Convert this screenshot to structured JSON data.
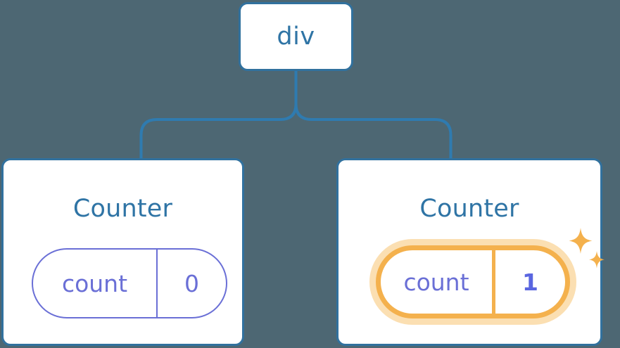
{
  "diagram": {
    "type": "component-tree",
    "background_color": "#4d6773",
    "accent_blue": "#31719e",
    "text_blue": "#2f74a5",
    "state_purple": "#6a6fd6",
    "highlight_orange": "#f4b14d",
    "highlight_glow": "#fbdfb2",
    "root": {
      "label": "div"
    },
    "nodes": [
      {
        "title": "Counter",
        "state_key": "count",
        "state_value": "0",
        "highlighted": false
      },
      {
        "title": "Counter",
        "state_key": "count",
        "state_value": "1",
        "highlighted": true
      }
    ],
    "icons": {
      "sparkle_large": "sparkle-icon",
      "sparkle_small": "sparkle-small-icon"
    }
  }
}
